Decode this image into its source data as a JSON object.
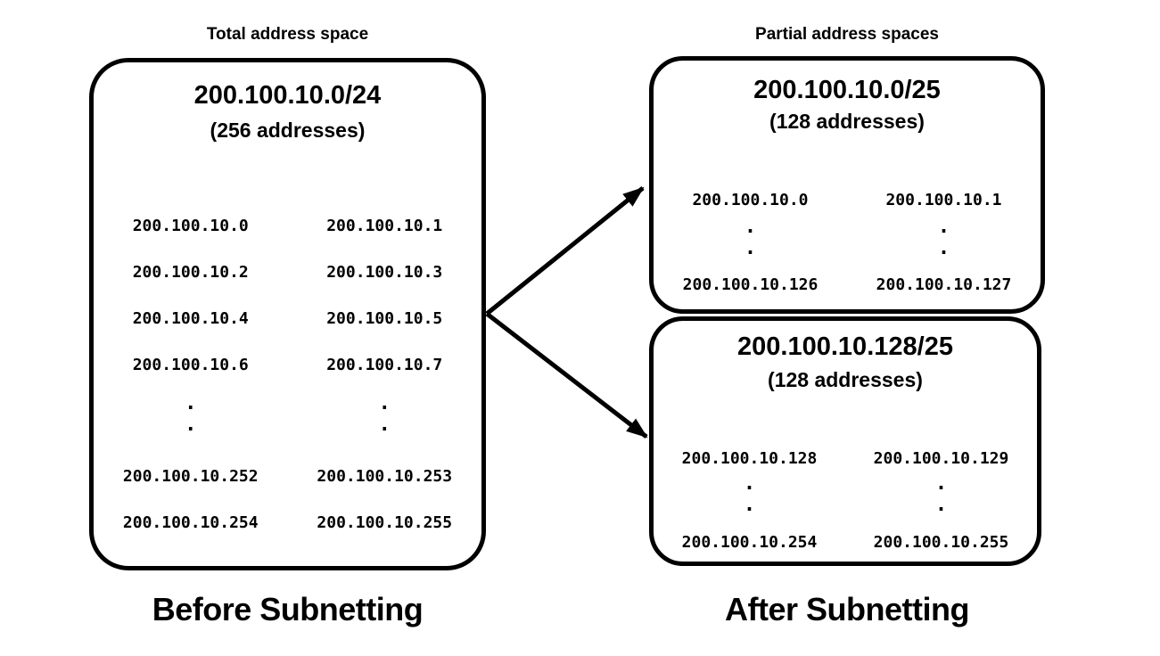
{
  "colors": {
    "ink": "#000000",
    "background": "#ffffff"
  },
  "glyphs": {
    "dot": "."
  },
  "left_panel": {
    "heading": "Total address space",
    "box": {
      "title": "200.100.10.0/24",
      "subtitle": "(256 addresses)",
      "rows_top": [
        [
          "200.100.10.0",
          "200.100.10.1"
        ],
        [
          "200.100.10.2",
          "200.100.10.3"
        ],
        [
          "200.100.10.4",
          "200.100.10.5"
        ],
        [
          "200.100.10.6",
          "200.100.10.7"
        ]
      ],
      "rows_bottom": [
        [
          "200.100.10.252",
          "200.100.10.253"
        ],
        [
          "200.100.10.254",
          "200.100.10.255"
        ]
      ]
    },
    "caption": "Before Subnetting"
  },
  "right_panel": {
    "heading": "Partial address spaces",
    "boxes": [
      {
        "title": "200.100.10.0/25",
        "subtitle": "(128 addresses)",
        "first_row": [
          "200.100.10.0",
          "200.100.10.1"
        ],
        "last_row": [
          "200.100.10.126",
          "200.100.10.127"
        ]
      },
      {
        "title": "200.100.10.128/25",
        "subtitle": "(128 addresses)",
        "first_row": [
          "200.100.10.128",
          "200.100.10.129"
        ],
        "last_row": [
          "200.100.10.254",
          "200.100.10.255"
        ]
      }
    ],
    "caption": "After Subnetting"
  }
}
